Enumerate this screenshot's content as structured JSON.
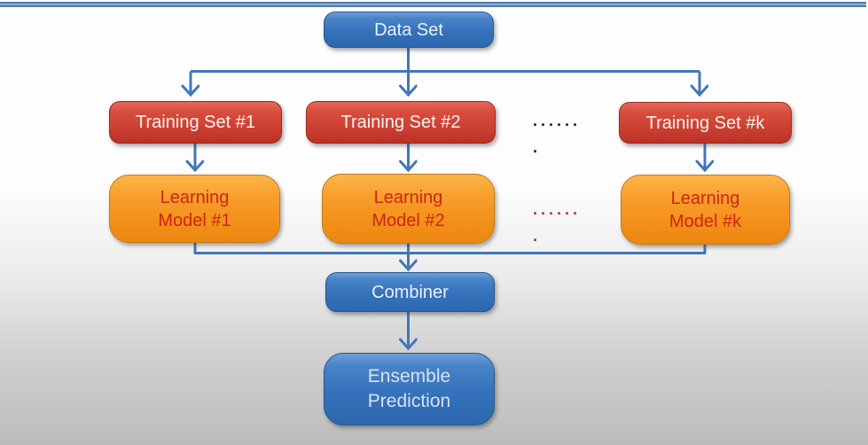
{
  "diagram": {
    "type": "flowchart",
    "topic": "ensemble learning pipeline"
  },
  "nodes": {
    "dataset": {
      "label": "Data Set"
    },
    "training1": {
      "label": "Training Set #1"
    },
    "training2": {
      "label": "Training Set #2"
    },
    "trainingk": {
      "label": "Training Set #k"
    },
    "model1": {
      "line1": "Learning",
      "line2": "Model #1"
    },
    "model2": {
      "line1": "Learning",
      "line2": "Model #2"
    },
    "modelk": {
      "line1": "Learning",
      "line2": "Model #k"
    },
    "combiner": {
      "label": "Combiner"
    },
    "ensemble": {
      "line1": "Ensemble",
      "line2": "Prediction"
    }
  },
  "ellipsis": {
    "row1": "......",
    "row2": "."
  },
  "edges": [
    {
      "from": "Data Set",
      "to": "Training Set #1"
    },
    {
      "from": "Data Set",
      "to": "Training Set #2"
    },
    {
      "from": "Data Set",
      "to": "Training Set #k"
    },
    {
      "from": "Training Set #1",
      "to": "Learning Model #1"
    },
    {
      "from": "Training Set #2",
      "to": "Learning Model #2"
    },
    {
      "from": "Training Set #k",
      "to": "Learning Model #k"
    },
    {
      "from": "Learning Model #1",
      "to": "Combiner"
    },
    {
      "from": "Learning Model #2",
      "to": "Combiner"
    },
    {
      "from": "Learning Model #k",
      "to": "Combiner"
    },
    {
      "from": "Combiner",
      "to": "Ensemble Prediction"
    }
  ],
  "colors": {
    "connector": "#4277b8",
    "top_rule": "#517dab",
    "blue_box": "#3572bb",
    "blue_box_border": "#27598f",
    "blue_box_text": "#e9f1fa",
    "red_box": "#cd4133",
    "red_box_border": "#9c2a1e",
    "red_box_text": "#f6f3f0",
    "orange_box": "#f39019",
    "orange_box_border": "#c47a16",
    "orange_box_text": "#ce2517",
    "dots_dark": "#1d1d1d",
    "dots_red": "#a93434",
    "background_top": "#ffffff",
    "background_bottom": "#bcbcbc"
  }
}
